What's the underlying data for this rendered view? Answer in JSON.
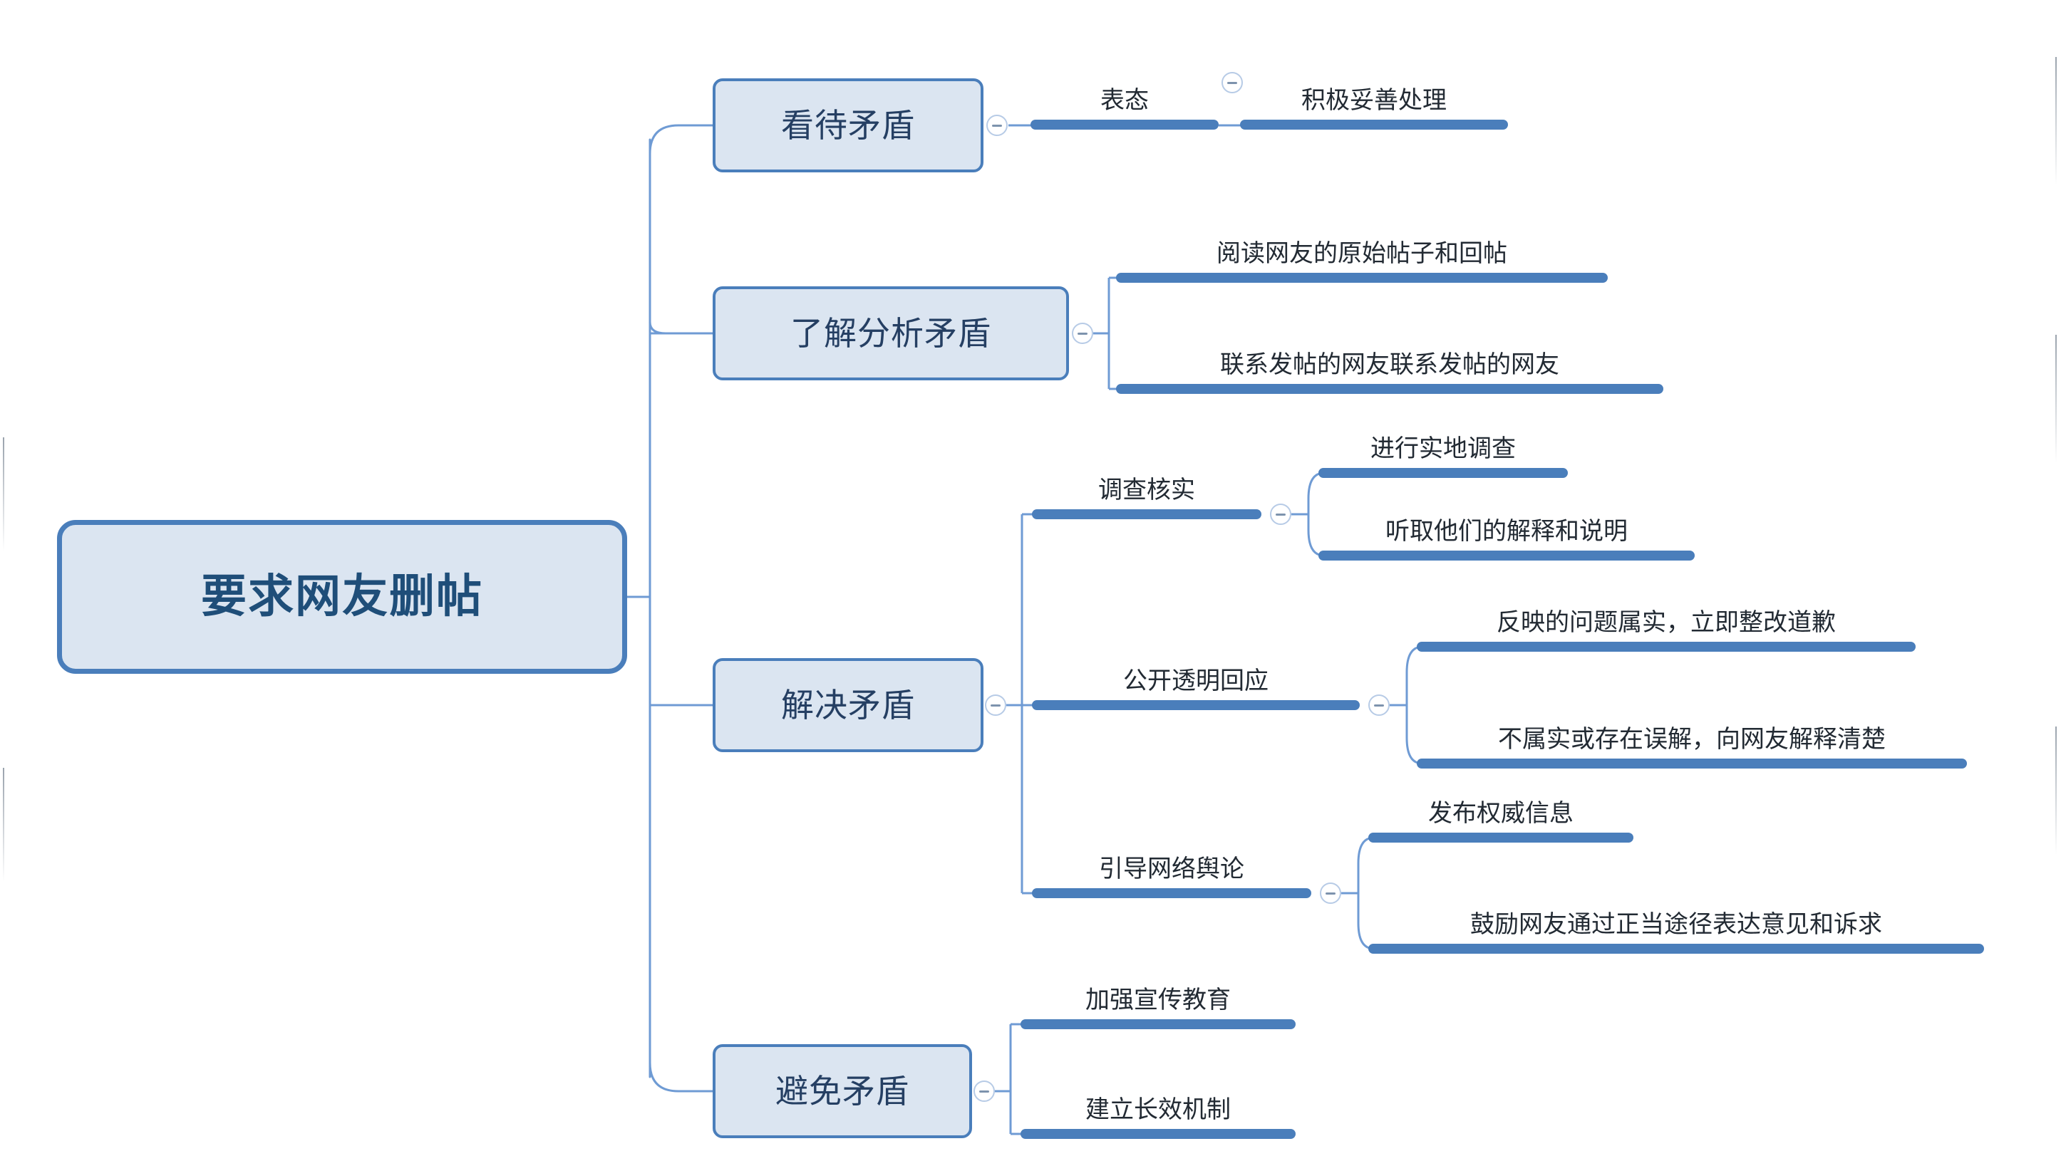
{
  "document": {
    "type": "mind-map",
    "background_color": "#ffffff",
    "accent_color": "#4a7ebb",
    "node_fill_color": "#dbe5f1",
    "root_text_color": "#1f4e79",
    "topic_text_color": "#222a33"
  },
  "icons": {
    "collapse": "minus-circle-icon"
  },
  "mindmap": {
    "root": {
      "label": "要求网友删帖"
    },
    "branches": [
      {
        "id": "branch-1",
        "label": "看待矛盾",
        "toggle": "collapse-toggle",
        "children": [
          {
            "id": "topic-1-1",
            "label": "表态",
            "toggle": "collapse-toggle",
            "children": [
              {
                "id": "topic-1-1-1",
                "label": "积极妥善处理"
              }
            ]
          }
        ]
      },
      {
        "id": "branch-2",
        "label": "了解分析矛盾",
        "toggle": "collapse-toggle",
        "children": [
          {
            "id": "topic-2-1",
            "label": "阅读网友的原始帖子和回帖"
          },
          {
            "id": "topic-2-2",
            "label": "联系发帖的网友联系发帖的网友"
          }
        ]
      },
      {
        "id": "branch-3",
        "label": "解决矛盾",
        "toggle": "collapse-toggle",
        "children": [
          {
            "id": "topic-3-1",
            "label": "调查核实",
            "toggle": "collapse-toggle",
            "children": [
              {
                "id": "topic-3-1-1",
                "label": "进行实地调查"
              },
              {
                "id": "topic-3-1-2",
                "label": "听取他们的解释和说明"
              }
            ]
          },
          {
            "id": "topic-3-2",
            "label": "公开透明回应",
            "toggle": "collapse-toggle",
            "children": [
              {
                "id": "topic-3-2-1",
                "label": "反映的问题属实，立即整改道歉"
              },
              {
                "id": "topic-3-2-2",
                "label": "不属实或存在误解，向网友解释清楚"
              }
            ]
          },
          {
            "id": "topic-3-3",
            "label": "引导网络舆论",
            "toggle": "collapse-toggle",
            "children": [
              {
                "id": "topic-3-3-1",
                "label": "发布权威信息"
              },
              {
                "id": "topic-3-3-2",
                "label": "鼓励网友通过正当途径表达意见和诉求"
              }
            ]
          }
        ]
      },
      {
        "id": "branch-4",
        "label": "避免矛盾",
        "toggle": "collapse-toggle",
        "children": [
          {
            "id": "topic-4-1",
            "label": "加强宣传教育"
          },
          {
            "id": "topic-4-2",
            "label": "建立长效机制"
          }
        ]
      }
    ]
  }
}
